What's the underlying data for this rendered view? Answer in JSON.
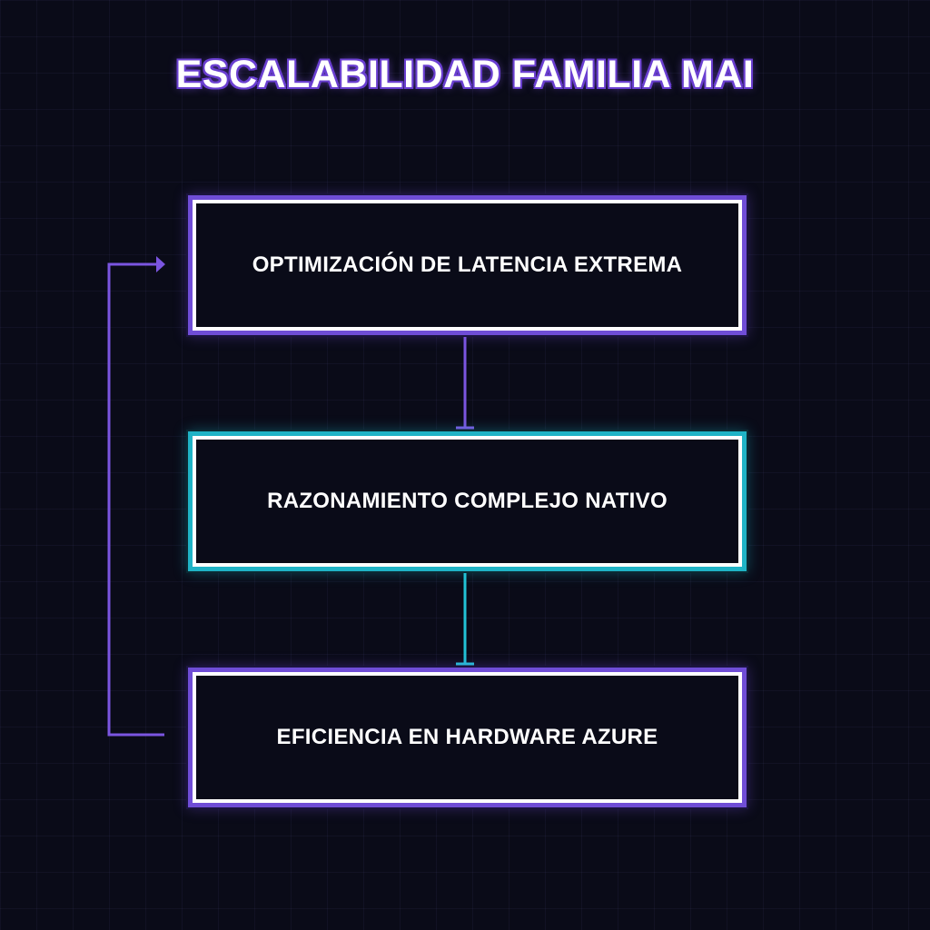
{
  "diagram": {
    "title": "ESCALABILIDAD FAMILIA MAI",
    "nodes": [
      {
        "id": "n1",
        "label": "OPTIMIZACIÓN DE LATENCIA EXTREMA",
        "accent": "#6f4dd6"
      },
      {
        "id": "n2",
        "label": "RAZONAMIENTO COMPLEJO NATIVO",
        "accent": "#1fb3c6"
      },
      {
        "id": "n3",
        "label": "EFICIENCIA EN HARDWARE AZURE",
        "accent": "#6f4dd6"
      }
    ],
    "edges": [
      {
        "from": "n1",
        "to": "n2",
        "color": "#7b55e0"
      },
      {
        "from": "n2",
        "to": "n3",
        "color": "#22c3d6"
      },
      {
        "from": "n3",
        "to": "n1",
        "color": "#7b55e0",
        "style": "loop-back"
      }
    ]
  },
  "colors": {
    "background": "#0a0b18",
    "box_fill": "#0a0b18",
    "box_border": "#ffffff",
    "purple": "#6f4dd6",
    "cyan": "#1fb3c6"
  }
}
